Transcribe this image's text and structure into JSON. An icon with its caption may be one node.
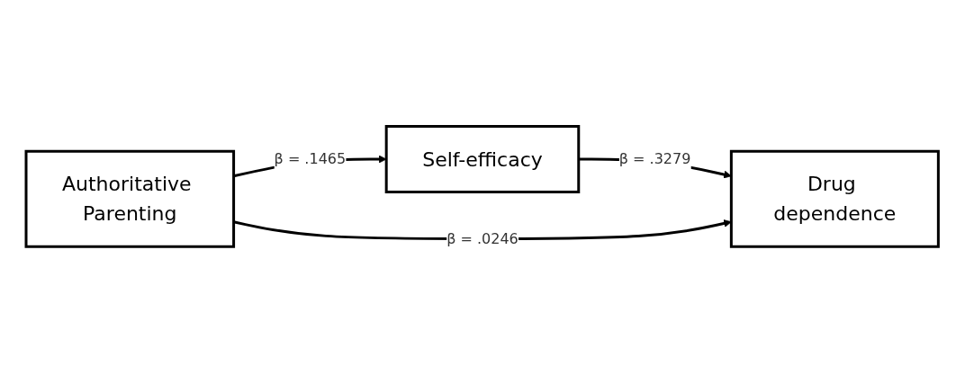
{
  "diagram": {
    "nodes": [
      {
        "text": [
          "Self-efficacy"
        ]
      },
      {
        "text": [
          "Authoritative Parenting"
        ]
      },
      {
        "text": [
          "Drug dependence"
        ]
      }
    ],
    "edges": [
      {
        "from": 1,
        "to": 0,
        "arrow": "to",
        "label": "β = .1465"
      },
      {
        "from": 0,
        "to": 2,
        "arrow": "to",
        "label": "β = .3279"
      },
      {
        "from": 1,
        "to": 2,
        "arrow": "to",
        "label": "β = .0246"
      }
    ]
  }
}
